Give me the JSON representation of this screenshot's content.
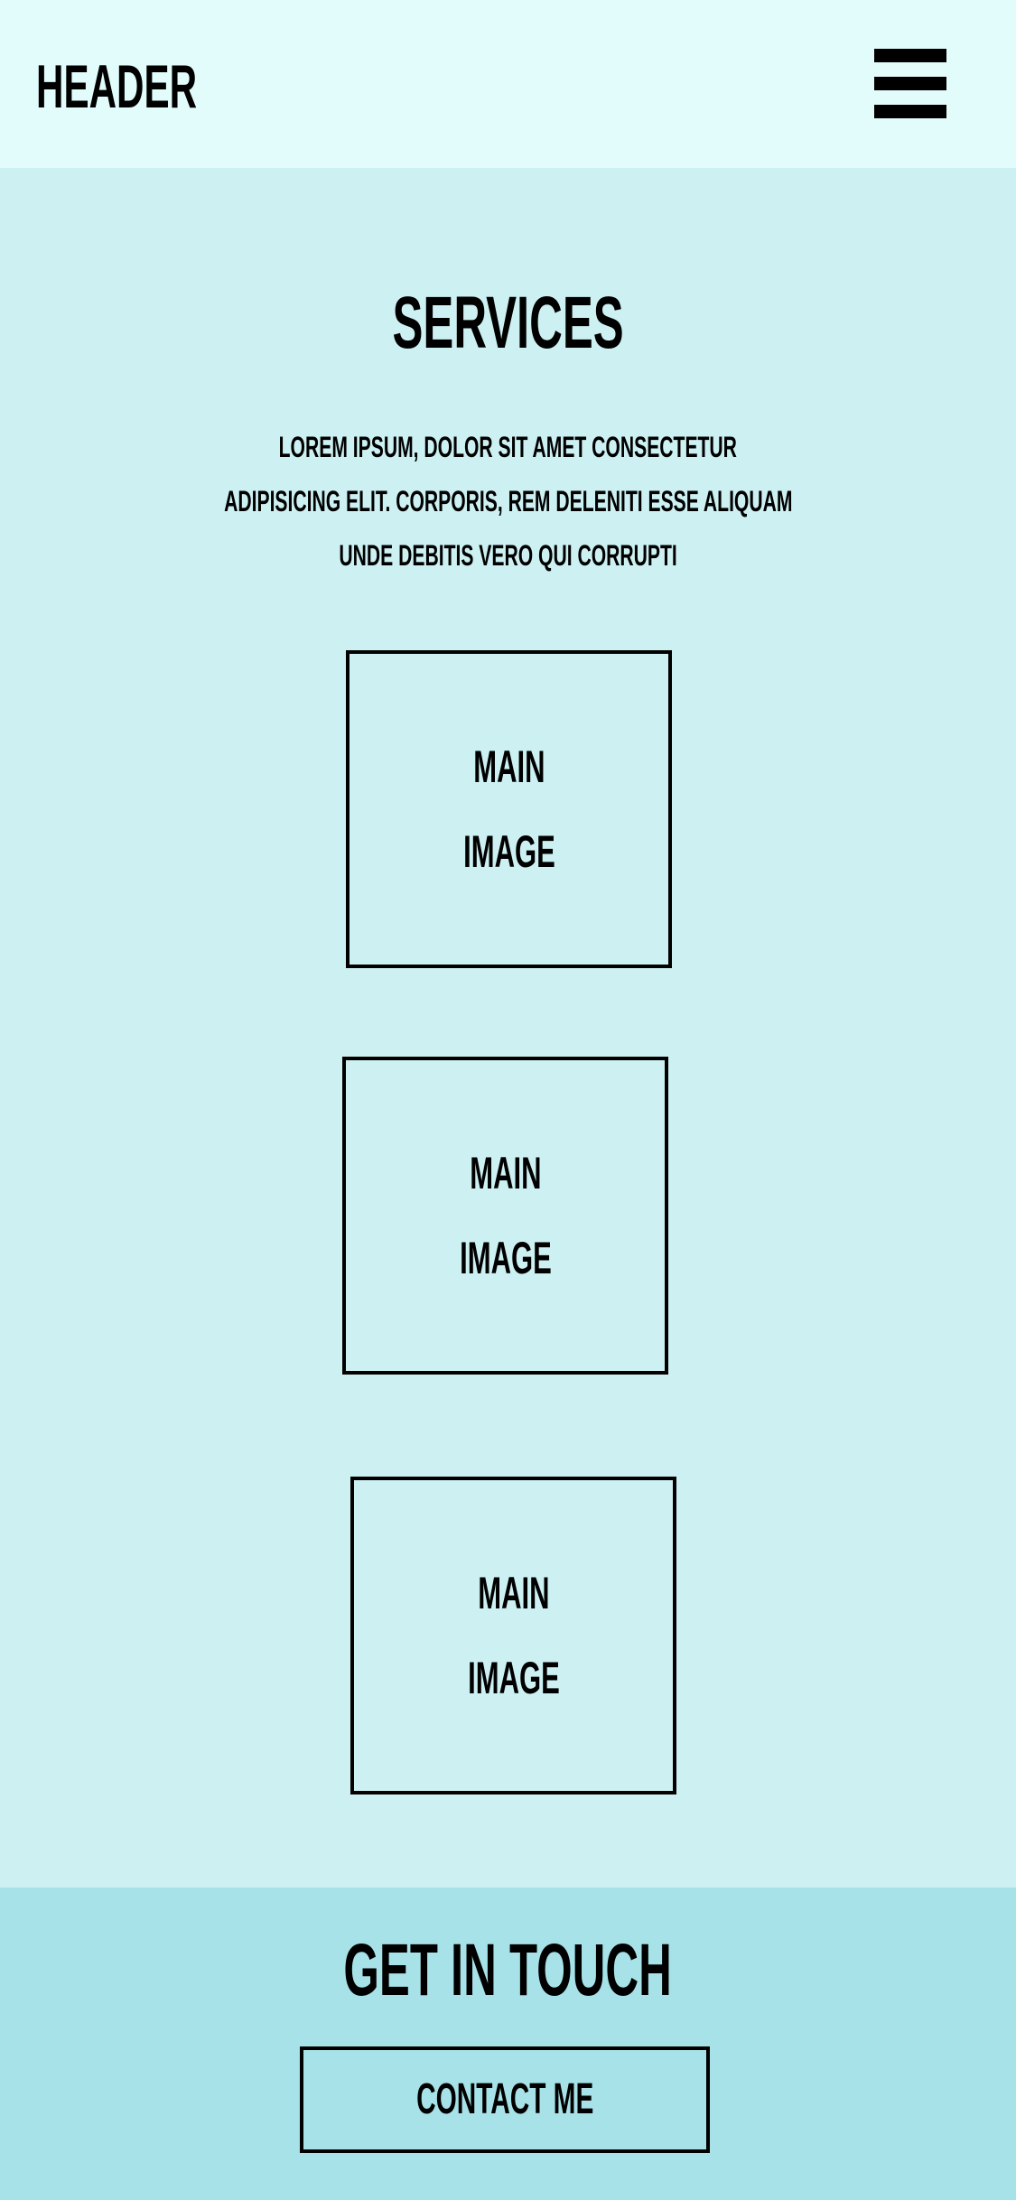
{
  "header": {
    "logo": "HEADER",
    "menu_icon": "hamburger-menu-icon"
  },
  "services": {
    "title": "SERVICES",
    "description_lines": [
      "LOREM IPSUM, DOLOR SIT AMET CONSECTETUR",
      "ADIPISICING ELIT. CORPORIS, REM DELENITI ESSE ALIQUAM",
      "UNDE DEBITIS VERO QUI CORRUPTI"
    ],
    "images": [
      {
        "line1": "MAIN",
        "line2": "IMAGE"
      },
      {
        "line1": "MAIN",
        "line2": "IMAGE"
      },
      {
        "line1": "MAIN",
        "line2": "IMAGE"
      }
    ]
  },
  "contact": {
    "title": "GET IN TOUCH",
    "button_label": "CONTACT ME"
  },
  "colors": {
    "header_bg": "#e2fcfc",
    "body_bg": "#cdf1f3",
    "footer_bg": "#a6e2e8",
    "text": "#000000"
  }
}
